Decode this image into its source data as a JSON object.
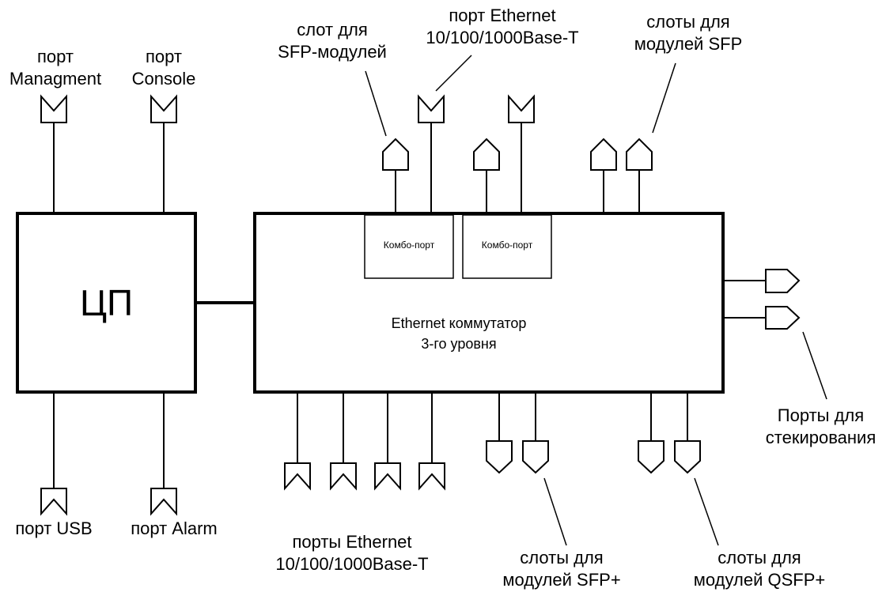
{
  "cpu": {
    "label": "ЦП"
  },
  "switch": {
    "line1": "Ethernet коммутатор",
    "line2": "3-го уровня"
  },
  "combo_ports": [
    "Комбо-порт",
    "Комбо-порт"
  ],
  "labels": {
    "mgmt": {
      "line1": "порт",
      "line2": "Managment"
    },
    "console": {
      "line1": "порт",
      "line2": "Console"
    },
    "sfp_slot": {
      "line1": "слот для",
      "line2": "SFP-модулей"
    },
    "eth_port": {
      "line1": "порт Ethernet",
      "line2": "10/100/1000Base-T"
    },
    "sfp_slots": {
      "line1": "слоты для",
      "line2": "модулей SFP"
    },
    "usb": "порт USB",
    "alarm": "порт Alarm",
    "eth_ports": {
      "line1": "порты Ethernet",
      "line2": "10/100/1000Base-T"
    },
    "sfp_plus": {
      "line1": "слоты для",
      "line2": "модулей SFP+"
    },
    "qsfp_plus": {
      "line1": "слоты для",
      "line2": "модулей QSFP+"
    },
    "stack": {
      "line1": "Порты для",
      "line2": "стекирования"
    }
  }
}
